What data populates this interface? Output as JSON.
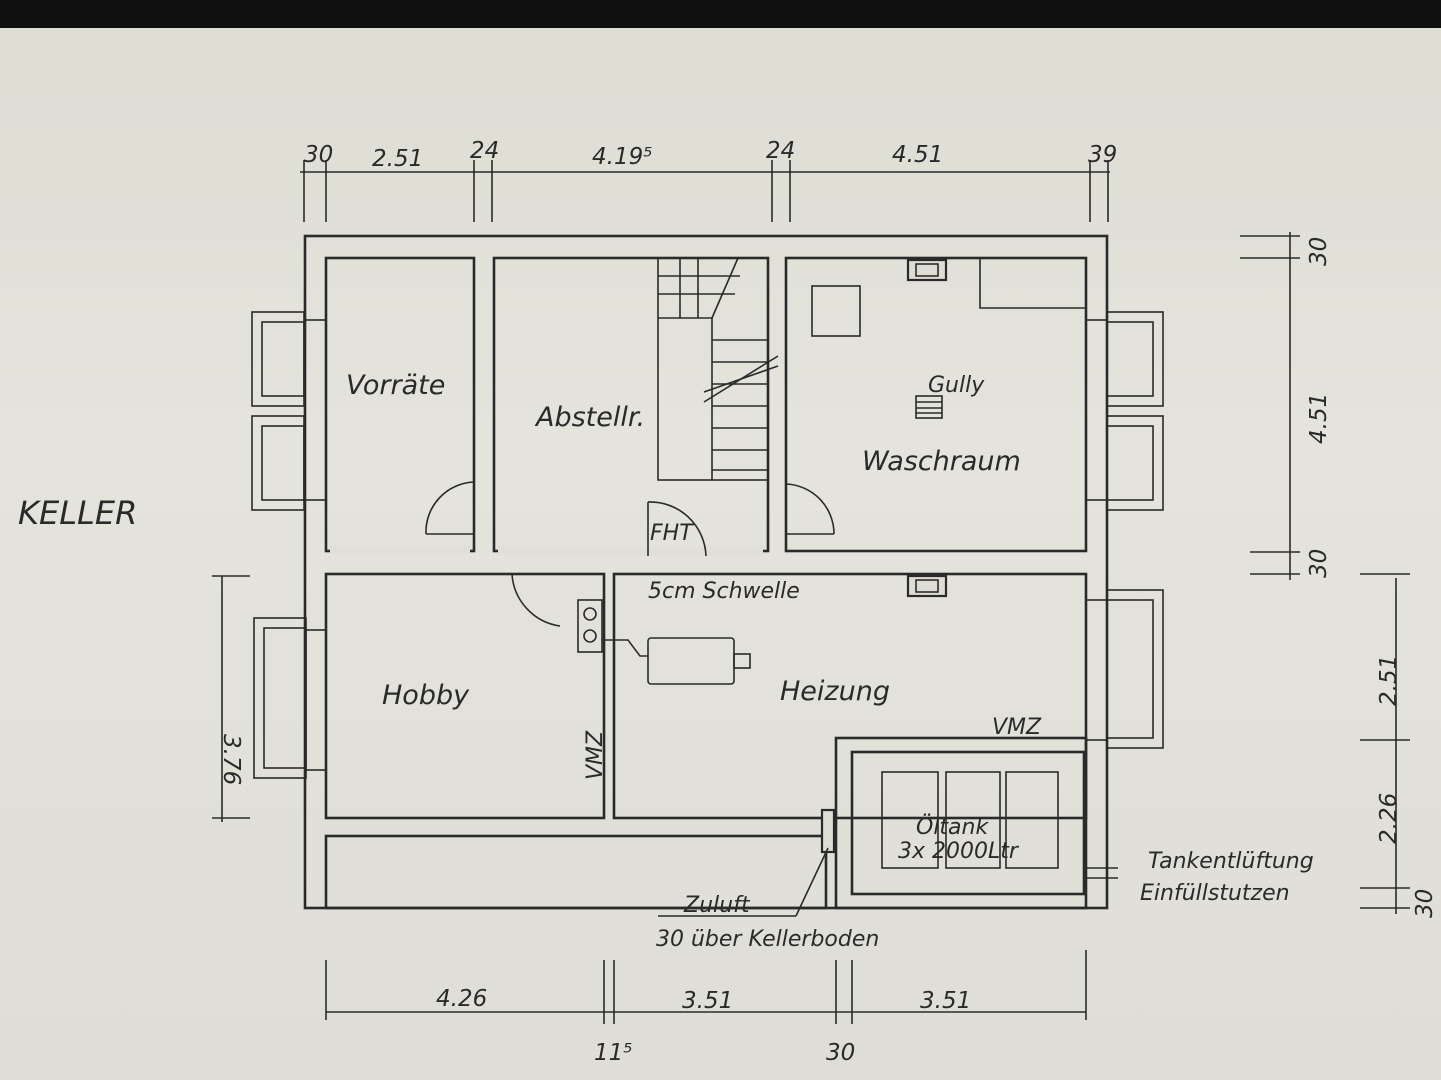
{
  "title": "KELLER",
  "rooms": {
    "vorraete": "Vorräte",
    "abstellr": "Abstellr.",
    "waschraum": "Waschraum",
    "gully": "Gully",
    "hobby": "Hobby",
    "heizung": "Heizung",
    "oeltank": "Öltank",
    "oeltank_capacity": "3x 2000Ltr"
  },
  "notes": {
    "fht": "FHT",
    "schwelle": "5cm Schwelle",
    "vmz_hobby": "VMZ",
    "vmz_tank": "VMZ",
    "zuluft": "Zuluft",
    "zuluft_height": "30 über Kellerboden",
    "tankentlueftung": "Tankentlüftung",
    "einfuellstutzen": "Einfüllstutzen"
  },
  "dimensions": {
    "top": [
      "30",
      "2.51",
      "24",
      "4.19⁵",
      "24",
      "4.51",
      "39"
    ],
    "bottom": [
      "4.26",
      "3.51",
      "3.51"
    ],
    "bottom_sub": [
      "11⁵",
      "30"
    ],
    "right": [
      "30",
      "4.51",
      "30"
    ],
    "right_lower": [
      "2.51",
      "2.26",
      "30"
    ],
    "left": "3.76"
  },
  "colors": {
    "paper": "#ddddd4",
    "ink": "#2a2a2a",
    "frame": "#101010"
  }
}
